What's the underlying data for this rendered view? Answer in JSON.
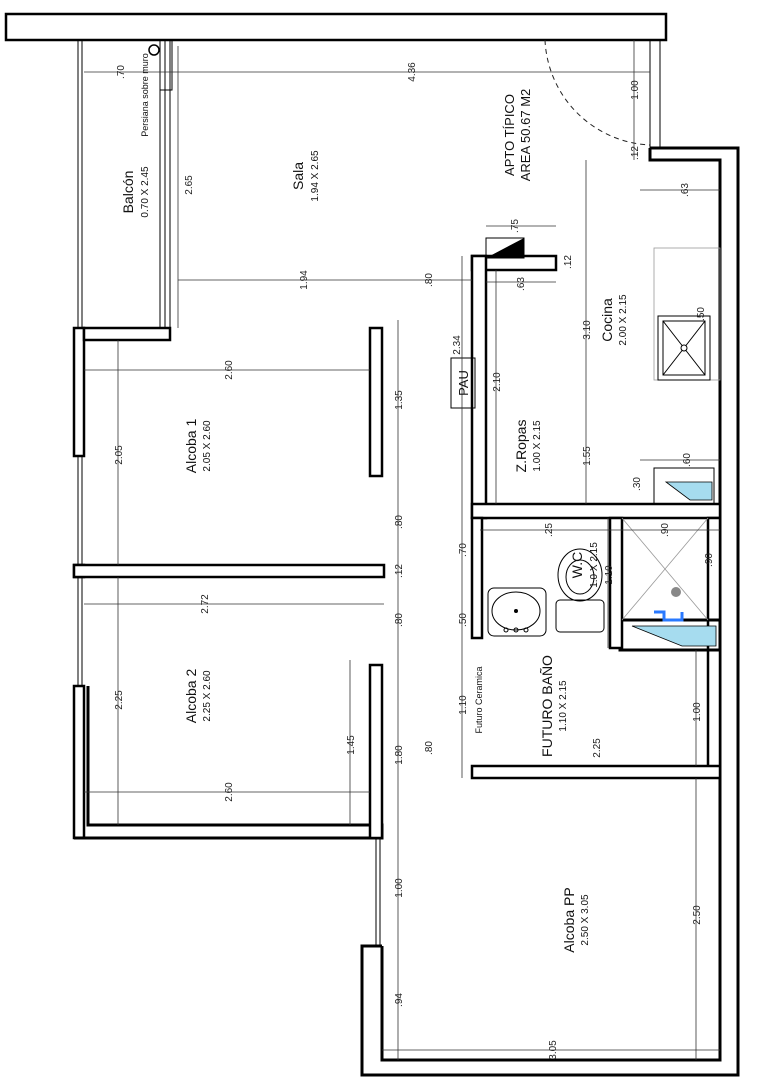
{
  "apartment": {
    "type": "APTO TÍPICO",
    "area": "AREA 50.67 M2"
  },
  "rooms": {
    "balcon": {
      "name": "Balcón",
      "size": "0.70 X 2.45"
    },
    "sala": {
      "name": "Sala",
      "size": "1.94 X 2.65"
    },
    "alcoba1": {
      "name": "Alcoba 1",
      "size": "2.05 X 2.60"
    },
    "alcoba2": {
      "name": "Alcoba 2",
      "size": "2.25 X 2.60"
    },
    "cocina": {
      "name": "Cocina",
      "size": "2.00 X 2.15"
    },
    "zropas": {
      "name": "Z.Ropas",
      "size": "1.00 X 2.15"
    },
    "wc": {
      "name": "W.C",
      "size": "1.0 X 2.15"
    },
    "futurobano": {
      "name": "FUTURO BAÑO",
      "size": "1.10 X 2.15"
    },
    "alcobapp": {
      "name": "Alcoba PP",
      "size": "2.50 X 3.05"
    }
  },
  "labels": {
    "persiana": "Persiana sobre muro",
    "pau": "PAU",
    "futuro_ceramica": "Futuro Ceramica"
  },
  "dimensions": {
    "d070_top": ".70",
    "d436": "4.36",
    "d100_top": "1.00",
    "d265": "2.65",
    "d012a": ".12",
    "d063_k": ".63",
    "d075": ".75",
    "d012b": ".12",
    "d194": "1.94",
    "d080a": ".80",
    "d063b": ".63",
    "d050": ".50",
    "d260a": "2.60",
    "d234": "2.34",
    "d310": "3.10",
    "d135": "1.35",
    "d205": "2.05",
    "d210": "2.10",
    "d155": "1.55",
    "d060": ".60",
    "d030": ".30",
    "d080b": ".80",
    "d025": ".25",
    "d090a": ".90",
    "d090b": ".90",
    "d070b": ".70",
    "d110a": "1.10",
    "d012c": ".12",
    "d272": "2.72",
    "d080c": ".80",
    "d050b": ".50",
    "d225a": "2.25",
    "d145": "1.45",
    "d110b": "1.10",
    "d100b": "1.00",
    "d180": "1.80",
    "d080d": ".80",
    "d225b": "2.25",
    "d260b": "2.60",
    "d100c": "1.00",
    "d250": "2.50",
    "d094": ".94",
    "d305": "3.05"
  }
}
